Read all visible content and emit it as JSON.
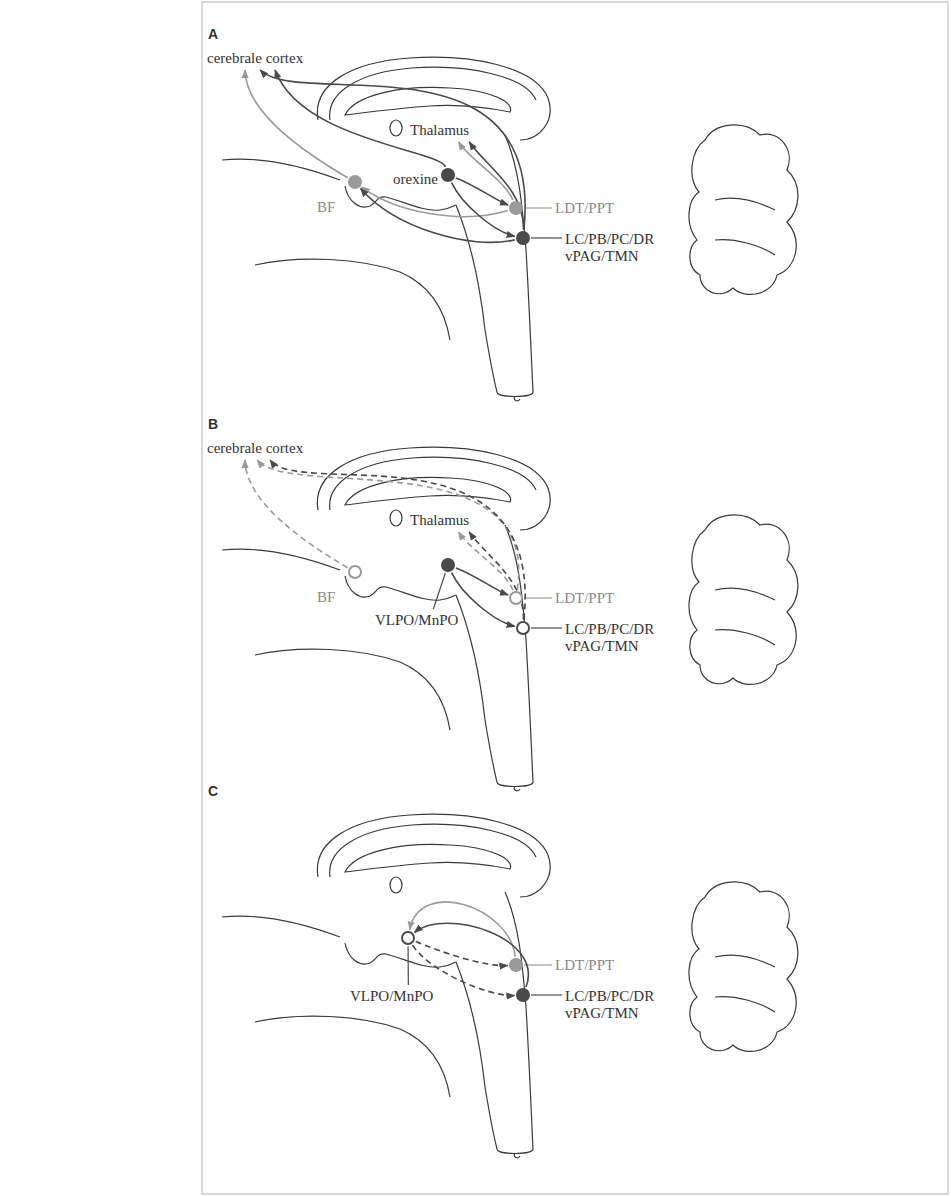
{
  "diagram": {
    "nodes": [
      {
        "text": [
          "cerebrale cortex"
        ]
      },
      {
        "text": [
          "Thalamus"
        ]
      },
      {
        "text": [
          "BF"
        ]
      },
      {
        "text": [
          "orexine"
        ]
      },
      {
        "text": [
          "LDT/PPT"
        ]
      },
      {
        "text": [
          "LC/PB/PC/DR vPAG/TMN"
        ]
      },
      {
        "text": [
          "cerebrale cortex"
        ]
      },
      {
        "text": [
          "Thalamus"
        ]
      },
      {
        "text": [
          "BF"
        ]
      },
      {
        "text": [
          "VLPO/MnPO"
        ]
      },
      {
        "text": [
          "LDT/PPT"
        ]
      },
      {
        "text": [
          "LC/PB/PC/DR vPAG/TMN"
        ]
      },
      {
        "text": [
          "VLPO/MnPO"
        ]
      },
      {
        "text": [
          "LDT/PPT"
        ]
      },
      {
        "text": [
          "LC/PB/PC/DR vPAG/TMN"
        ]
      }
    ],
    "edges": [
      {
        "from": 2,
        "to": 0,
        "arrow": "to"
      },
      {
        "from": 3,
        "to": 0,
        "arrow": "to"
      },
      {
        "from": 5,
        "to": 0,
        "arrow": "to"
      },
      {
        "from": 4,
        "to": 1,
        "arrow": "to"
      },
      {
        "from": 5,
        "to": 1,
        "arrow": "to"
      },
      {
        "from": 4,
        "to": 2,
        "arrow": "to"
      },
      {
        "from": 5,
        "to": 2,
        "arrow": "to"
      },
      {
        "from": 3,
        "to": 4,
        "arrow": "to"
      },
      {
        "from": 3,
        "to": 5,
        "arrow": "to"
      },
      {
        "from": 8,
        "to": 6,
        "arrow": "to"
      },
      {
        "from": 10,
        "to": 6,
        "arrow": "to"
      },
      {
        "from": 11,
        "to": 6,
        "arrow": "to"
      },
      {
        "from": 10,
        "to": 7,
        "arrow": "to"
      },
      {
        "from": 11,
        "to": 7,
        "arrow": "to"
      },
      {
        "from": 9,
        "to": 10,
        "arrow": "to"
      },
      {
        "from": 9,
        "to": 11,
        "arrow": "to"
      },
      {
        "from": 12,
        "to": 13,
        "arrow": "to"
      },
      {
        "from": 12,
        "to": 14,
        "arrow": "to"
      },
      {
        "from": 13,
        "to": 12,
        "arrow": "to"
      },
      {
        "from": 14,
        "to": 12,
        "arrow": "to"
      }
    ],
    "labels": [
      "A",
      "B",
      "C"
    ]
  }
}
